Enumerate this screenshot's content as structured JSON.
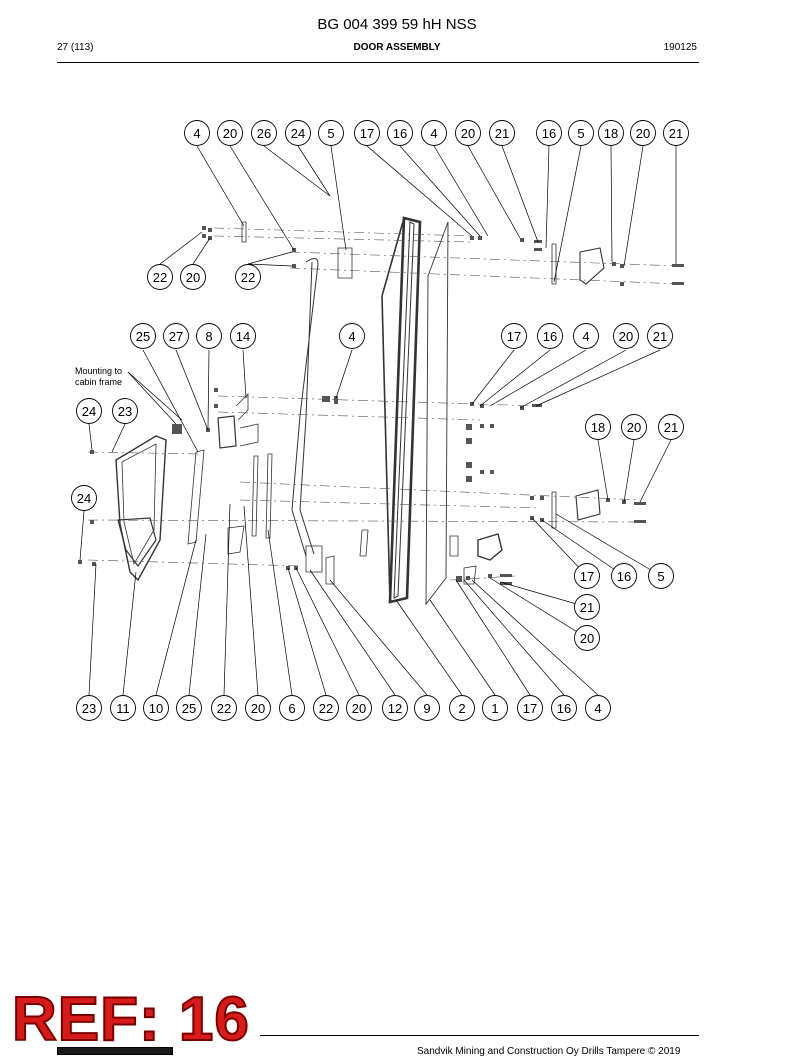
{
  "header": {
    "doc_id": "BG 004 399 59 hH NSS",
    "page": "27 (113)",
    "section": "DOOR ASSEMBLY",
    "date": "190125"
  },
  "diagram": {
    "callouts": [
      "4",
      "20",
      "26",
      "24",
      "5",
      "17",
      "16",
      "4",
      "20",
      "21",
      "16",
      "5",
      "18",
      "20",
      "21",
      "22",
      "20",
      "22",
      "25",
      "27",
      "8",
      "14",
      "4",
      "17",
      "16",
      "4",
      "20",
      "21",
      "24",
      "23",
      "24",
      "18",
      "20",
      "21",
      "17",
      "16",
      "5",
      "21",
      "20",
      "23",
      "11",
      "10",
      "25",
      "22",
      "20",
      "6",
      "22",
      "20",
      "12",
      "9",
      "2",
      "1",
      "17",
      "16",
      "4"
    ],
    "note_lines": [
      "Mounting to",
      "cabin frame"
    ]
  },
  "stamp": {
    "text": "REF: 16"
  },
  "footer": {
    "text": "Sandvik Mining and Construction Oy Drills Tampere © 2019"
  }
}
